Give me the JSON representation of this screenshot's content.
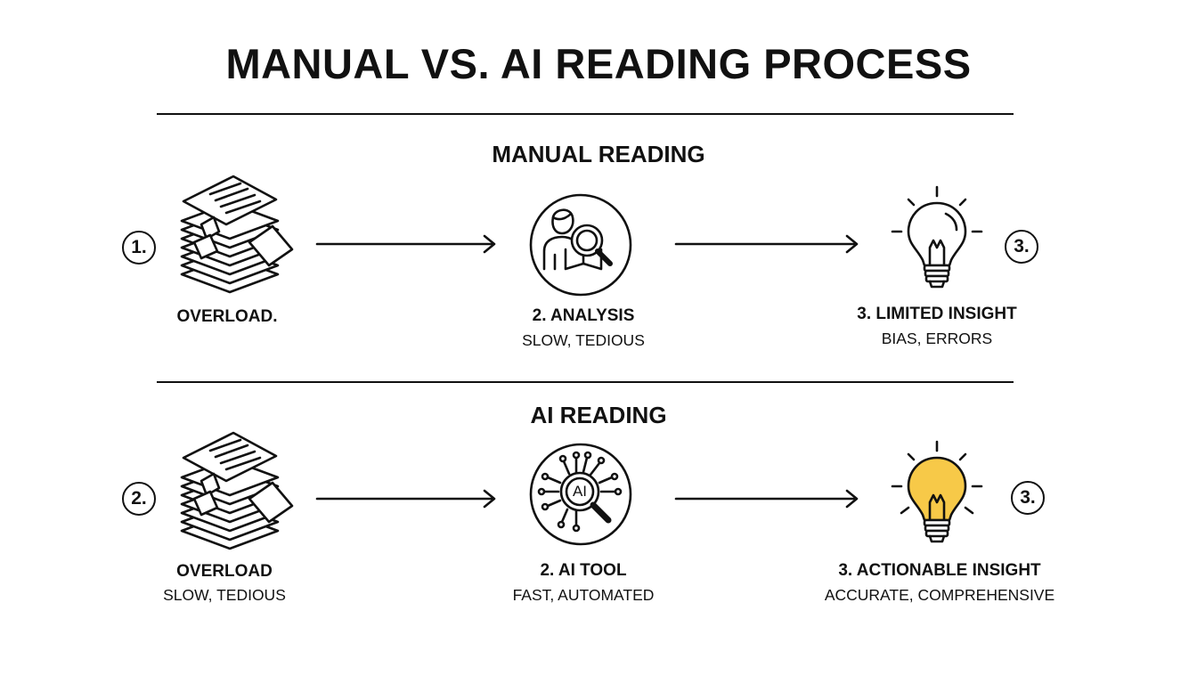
{
  "title": "MANUAL VS. AI READING PROCESS",
  "colors": {
    "ink": "#111111",
    "highlight": "#f7c948",
    "background": "#ffffff"
  },
  "manual": {
    "heading": "MANUAL READING",
    "badge_left": "1.",
    "badge_right": "3.",
    "steps": [
      {
        "icon": "document-stack-icon",
        "label": "OVERLOAD.",
        "sub": ""
      },
      {
        "icon": "person-magnifier-icon",
        "label": "2. ANALYSIS",
        "sub": "SLOW, TEDIOUS"
      },
      {
        "icon": "lightbulb-outline-icon",
        "label": "3. LIMITED INSIGHT",
        "sub": "BIAS, ERRORS"
      }
    ]
  },
  "ai": {
    "heading": "AI READING",
    "badge_left": "2.",
    "badge_right": "3.",
    "chip_text": "AI",
    "steps": [
      {
        "icon": "document-stack-icon",
        "label": "OVERLOAD",
        "sub": "SLOW, TEDIOUS"
      },
      {
        "icon": "ai-chip-magnifier-icon",
        "label": "2. AI TOOL",
        "sub": "FAST, AUTOMATED"
      },
      {
        "icon": "lightbulb-lit-icon",
        "label": "3. ACTIONABLE INSIGHT",
        "sub": "ACCURATE, COMPREHENSIVE"
      }
    ]
  }
}
